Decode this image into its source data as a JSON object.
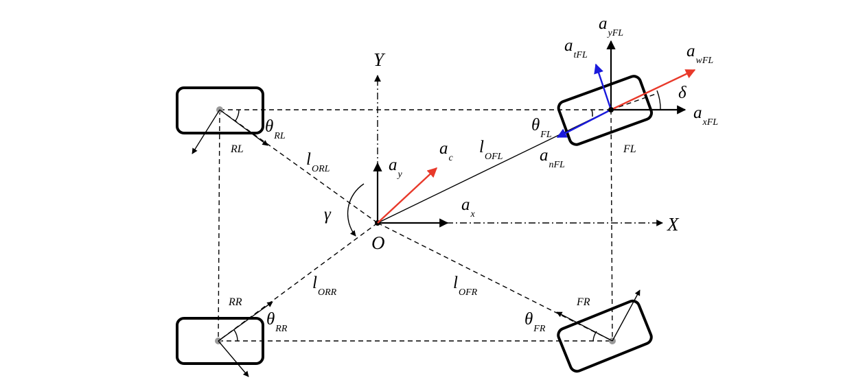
{
  "axes": {
    "y_label": "Y",
    "x_label": "X",
    "origin_label": "O",
    "yaw_angle_label": "γ",
    "steer_angle_label": "δ"
  },
  "vectors": {
    "ay": {
      "main": "a",
      "sub": "y"
    },
    "ax": {
      "main": "a",
      "sub": "x"
    },
    "ac": {
      "main": "a",
      "sub": "c"
    },
    "ayFL": {
      "main": "a",
      "sub": "yFL"
    },
    "axFL": {
      "main": "a",
      "sub": "xFL"
    },
    "atFL": {
      "main": "a",
      "sub": "tFL"
    },
    "awFL": {
      "main": "a",
      "sub": "wFL"
    },
    "anFL": {
      "main": "a",
      "sub": "nFL"
    }
  },
  "distances": {
    "lOFL": {
      "main": "l",
      "sub": "OFL"
    },
    "lORL": {
      "main": "l",
      "sub": "ORL"
    },
    "lORR": {
      "main": "l",
      "sub": "ORR"
    },
    "lOFR": {
      "main": "l",
      "sub": "OFR"
    }
  },
  "angles": {
    "thetaRL": {
      "main": "θ",
      "sub": "RL"
    },
    "thetaFL": {
      "main": "θ",
      "sub": "FL"
    },
    "thetaRR": {
      "main": "θ",
      "sub": "RR"
    },
    "thetaFR": {
      "main": "θ",
      "sub": "FR"
    }
  },
  "wheels": {
    "RL": "RL",
    "FL": "FL",
    "RR": "RR",
    "FR": "FR"
  },
  "colors": {
    "acceleration_red": "#e8392a",
    "tangential_blue": "#1a1adc",
    "hub_gray": "#9a9a9a"
  }
}
